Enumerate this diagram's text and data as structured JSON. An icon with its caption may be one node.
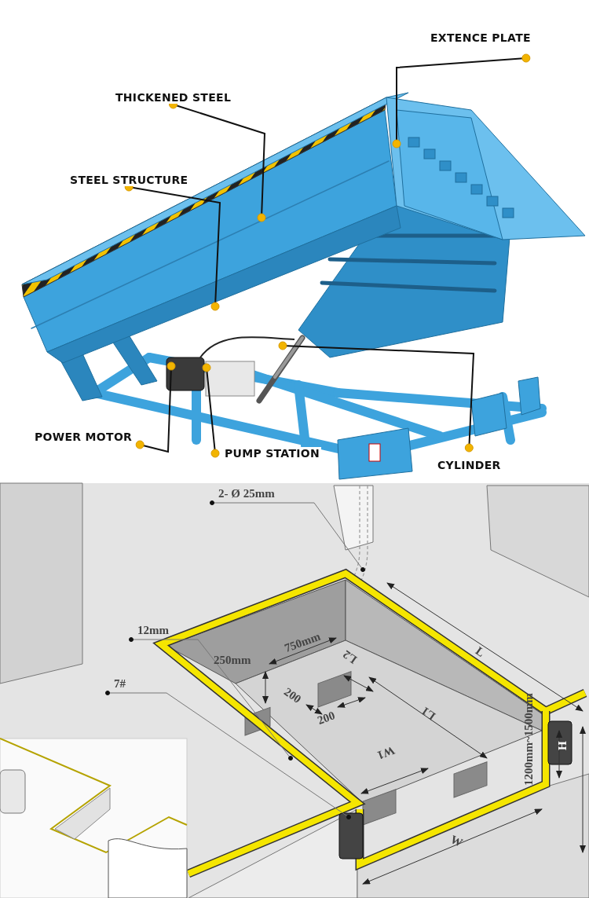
{
  "diagram": {
    "nodes": [
      {
        "text": [
          "EXTENCE PLATE"
        ]
      },
      {
        "text": [
          "THICKENED STEEL"
        ]
      },
      {
        "text": [
          "STEEL STRUCTURE"
        ]
      },
      {
        "text": [
          "POWER MOTOR"
        ]
      },
      {
        "text": [
          "PUMP STATION"
        ]
      },
      {
        "text": [
          "CYLINDER"
        ]
      },
      {
        "text": [
          "2- Ø 25mm"
        ]
      },
      {
        "text": [
          "12mm"
        ]
      },
      {
        "text": [
          "7#"
        ]
      }
    ],
    "edges": [
      {
        "from": 0,
        "to": null,
        "arrow": "other"
      },
      {
        "from": 1,
        "to": null,
        "arrow": "other"
      },
      {
        "from": 2,
        "to": null,
        "arrow": "other"
      },
      {
        "from": 3,
        "to": null,
        "arrow": "other"
      },
      {
        "from": 4,
        "to": null,
        "arrow": "other"
      },
      {
        "from": 5,
        "to": null,
        "arrow": "other"
      },
      {
        "from": 6,
        "to": null,
        "arrow": "other",
        "color": "#777777"
      },
      {
        "from": 7,
        "to": null,
        "arrow": "other",
        "color": "#777777"
      },
      {
        "from": 8,
        "to": null,
        "arrow": "other",
        "color": "#777777"
      }
    ],
    "labels": [
      "250mm",
      "750mm",
      "L",
      "L2",
      "200",
      "200",
      "L1",
      "W1",
      "H",
      "1200mm~1500mm",
      "W"
    ]
  }
}
